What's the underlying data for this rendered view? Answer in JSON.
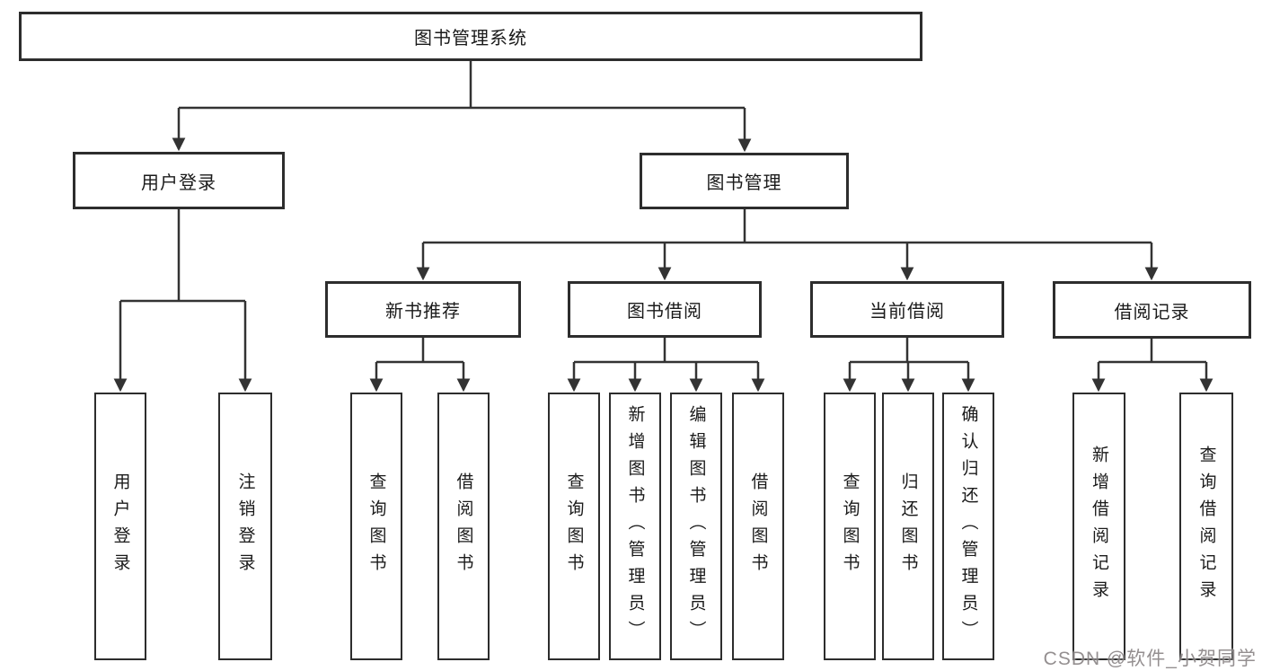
{
  "diagram": {
    "root": {
      "label": "图书管理系统"
    },
    "level2": [
      {
        "label": "用户登录"
      },
      {
        "label": "图书管理"
      }
    ],
    "level3": [
      {
        "label": "新书推荐"
      },
      {
        "label": "图书借阅"
      },
      {
        "label": "当前借阅"
      },
      {
        "label": "借阅记录"
      }
    ],
    "leaves": {
      "user_login": [
        "用户登录",
        "注销登录"
      ],
      "new_book": [
        "查询图书",
        "借阅图书"
      ],
      "book_borrow": [
        "查询图书",
        "新增图书（管理员）",
        "编辑图书（管理员）",
        "借阅图书"
      ],
      "current_borrow": [
        "查询图书",
        "归还图书",
        "确认归还（管理员）"
      ],
      "borrow_record": [
        "新增借阅记录",
        "查询借阅记录"
      ]
    },
    "colors": {
      "line": "#333333",
      "box_border": "#2d2d2d",
      "text": "#1a1a1a",
      "background": "#ffffff",
      "watermark": "#7d7678"
    }
  },
  "watermark": {
    "text": "CSDN @软件_小贺同学"
  }
}
